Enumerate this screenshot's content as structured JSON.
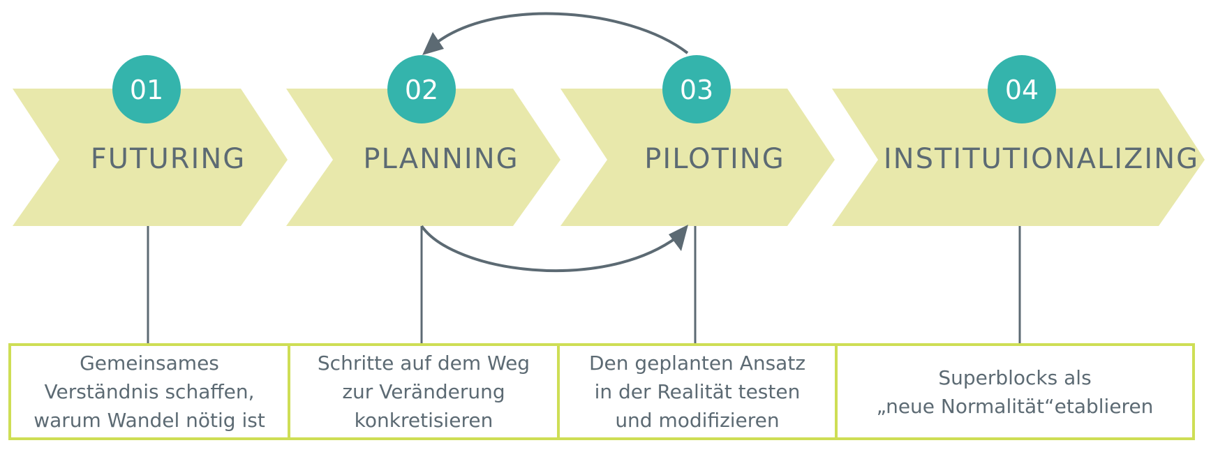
{
  "colors": {
    "chevron_fill": "#e8e8ab",
    "circle_fill": "#34b4ac",
    "text": "#5c6a73",
    "connector": "#5c6a73",
    "box_border": "#cede55"
  },
  "stages": [
    {
      "number": "01",
      "title": "FUTURING",
      "description": [
        "Gemeinsames",
        "Verständnis schaffen,",
        "warum Wandel nötig ist"
      ]
    },
    {
      "number": "02",
      "title": "PLANNING",
      "description": [
        "Schritte auf dem Weg",
        "zur Veränderung",
        "konkretisieren"
      ]
    },
    {
      "number": "03",
      "title": "PILOTING",
      "description": [
        "Den geplanten Ansatz",
        "in der Realität testen",
        "und modifizieren"
      ]
    },
    {
      "number": "04",
      "title": "INSTITUTIONALIZING",
      "description": [
        "Superblocks als",
        "„neue Normalität“etablieren"
      ]
    }
  ],
  "feedback_loops": [
    {
      "from": "03",
      "to": "02",
      "arrow_icon": "arrow-head-icon"
    },
    {
      "from": "02",
      "to": "03",
      "arrow_icon": "arrow-head-icon"
    }
  ]
}
